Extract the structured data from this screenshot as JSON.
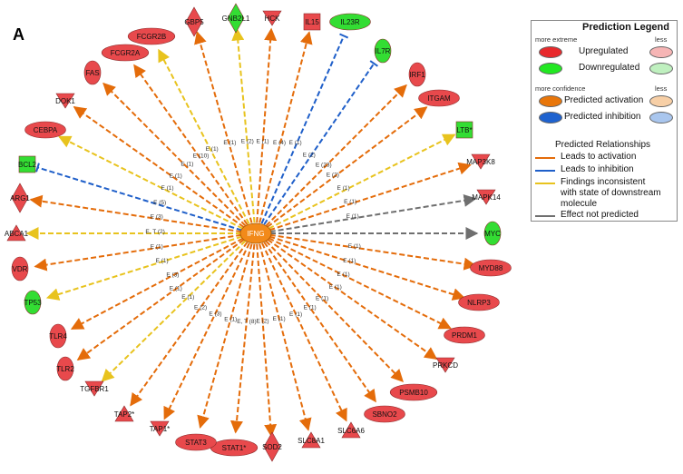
{
  "panel_label": "A",
  "center": {
    "label": "IFNG"
  },
  "nodes": [
    {
      "label": "GBP5",
      "shape": "diamond",
      "color": "red",
      "edge": "orange",
      "evidence": "E (1)"
    },
    {
      "label": "GNB2L1",
      "shape": "diamond",
      "color": "green",
      "edge": "yellow",
      "evidence": "E (2)"
    },
    {
      "label": "HCK",
      "shape": "triangle-down",
      "color": "red",
      "edge": "orange",
      "evidence": "E (1)"
    },
    {
      "label": "IL15",
      "shape": "square",
      "color": "red",
      "edge": "orange",
      "evidence": "E (4)"
    },
    {
      "label": "IL23R",
      "shape": "ellipse",
      "color": "green",
      "edge": "blue",
      "evidence": "E (1)"
    },
    {
      "label": "IL7R",
      "shape": "ellipse",
      "color": "green",
      "edge": "blue",
      "evidence": "E (2)"
    },
    {
      "label": "IRF1",
      "shape": "ellipse",
      "color": "red",
      "edge": "orange",
      "evidence": "E (23)"
    },
    {
      "label": "ITGAM",
      "shape": "ellipse",
      "color": "red",
      "edge": "orange",
      "evidence": "E (2)"
    },
    {
      "label": "LTB*",
      "shape": "square",
      "color": "green",
      "edge": "yellow",
      "evidence": "E (1)"
    },
    {
      "label": "MAP3K8",
      "shape": "triangle-down",
      "color": "red",
      "edge": "orange",
      "evidence": "E (1)"
    },
    {
      "label": "MAPK14",
      "shape": "triangle-down",
      "color": "red",
      "edge": "gray",
      "evidence": "E (1)"
    },
    {
      "label": "MYC",
      "shape": "ellipse",
      "color": "green",
      "edge": "gray",
      "evidence": ""
    },
    {
      "label": "MYD88",
      "shape": "ellipse",
      "color": "red",
      "edge": "orange",
      "evidence": "E (1)"
    },
    {
      "label": "NLRP3",
      "shape": "ellipse",
      "color": "red",
      "edge": "orange",
      "evidence": "E (1)"
    },
    {
      "label": "PRDM1",
      "shape": "ellipse",
      "color": "red",
      "edge": "orange",
      "evidence": "E (1)"
    },
    {
      "label": "PRKCD",
      "shape": "triangle-down",
      "color": "red",
      "edge": "orange",
      "evidence": "E (1)"
    },
    {
      "label": "PSMB10",
      "shape": "ellipse",
      "color": "red",
      "edge": "orange",
      "evidence": "E (1)"
    },
    {
      "label": "SBNO2",
      "shape": "ellipse",
      "color": "red",
      "edge": "orange",
      "evidence": "E (1)"
    },
    {
      "label": "SLC6A6",
      "shape": "triangle-up",
      "color": "red",
      "edge": "orange",
      "evidence": "E (1)"
    },
    {
      "label": "SLC8A1",
      "shape": "triangle-up",
      "color": "red",
      "edge": "orange",
      "evidence": "E (1)"
    },
    {
      "label": "SOD2",
      "shape": "diamond",
      "color": "red",
      "edge": "orange",
      "evidence": "E (2)"
    },
    {
      "label": "STAT1*",
      "shape": "ellipse",
      "color": "red",
      "edge": "orange",
      "evidence": "E, T (8)"
    },
    {
      "label": "STAT3",
      "shape": "ellipse",
      "color": "red",
      "edge": "orange",
      "evidence": "E (1)"
    },
    {
      "label": "TAP1*",
      "shape": "triangle-down",
      "color": "red",
      "edge": "orange",
      "evidence": "E (3)"
    },
    {
      "label": "TAP2*",
      "shape": "triangle-up",
      "color": "red",
      "edge": "orange",
      "evidence": "E (2)"
    },
    {
      "label": "TGFBR1",
      "shape": "triangle-down",
      "color": "red",
      "edge": "yellow",
      "evidence": "E (1)"
    },
    {
      "label": "TLR2",
      "shape": "ellipse",
      "color": "red",
      "edge": "orange",
      "evidence": "E (1)"
    },
    {
      "label": "TLR4",
      "shape": "ellipse",
      "color": "red",
      "edge": "orange",
      "evidence": "E (3)"
    },
    {
      "label": "TP53",
      "shape": "ellipse",
      "color": "green",
      "edge": "yellow",
      "evidence": "E (1)"
    },
    {
      "label": "VDR",
      "shape": "ellipse",
      "color": "red",
      "edge": "orange",
      "evidence": "E (1)"
    },
    {
      "label": "ABCA1",
      "shape": "triangle-up",
      "color": "red",
      "edge": "yellow",
      "evidence": "E, T (2)"
    },
    {
      "label": "ARG1",
      "shape": "diamond",
      "color": "red",
      "edge": "orange",
      "evidence": "E (3)"
    },
    {
      "label": "BCL2",
      "shape": "square",
      "color": "green",
      "edge": "blue",
      "evidence": "E (5)"
    },
    {
      "label": "CEBPA",
      "shape": "ellipse",
      "color": "red",
      "edge": "yellow",
      "evidence": "E (1)"
    },
    {
      "label": "DOK1",
      "shape": "triangle-down",
      "color": "red",
      "edge": "orange",
      "evidence": "E (1)"
    },
    {
      "label": "FAS",
      "shape": "ellipse",
      "color": "red",
      "edge": "orange",
      "evidence": "E (1)"
    },
    {
      "label": "FCGR2A",
      "shape": "ellipse",
      "color": "red",
      "edge": "orange",
      "evidence": "E (10)"
    },
    {
      "label": "FCGR2B",
      "shape": "ellipse",
      "color": "red",
      "edge": "yellow",
      "evidence": "E (1)"
    }
  ],
  "colors": {
    "red": "#e8494c",
    "green": "#33dd33",
    "center": "#f28a1a",
    "orange": "#e46c0a",
    "blue": "#1f5fc9",
    "yellow": "#e8c31e",
    "gray": "#6f6f6f"
  },
  "legend": {
    "title": "Prediction Legend",
    "more_extreme": "more extreme",
    "less": "less",
    "upregulated": "Upregulated",
    "downregulated": "Downregulated",
    "more_confidence": "more confidence",
    "predicted_activation": "Predicted activation",
    "predicted_inhibition": "Predicted inhibition",
    "relationships_title": "Predicted Relationships",
    "leads_to_activation": "Leads to activation",
    "leads_to_inhibition": "Leads to inhibition",
    "findings_line1": "Findings inconsistent",
    "findings_line2": "with state of downstream",
    "findings_line3": "molecule",
    "effect_not_predicted": "Effect not predicted"
  }
}
